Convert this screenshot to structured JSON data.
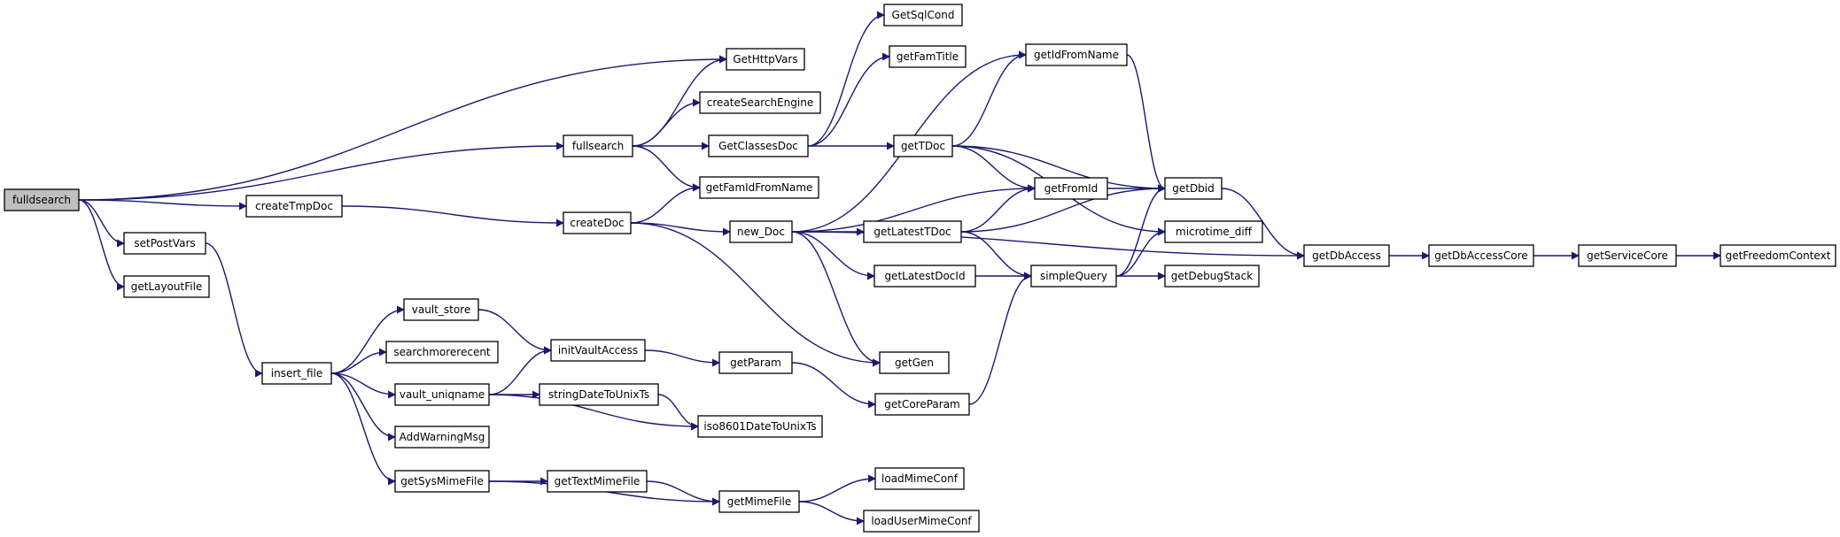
{
  "colors": {
    "edge": "#191970",
    "root_fill": "#bfbfbf",
    "node_fill": "#ffffff",
    "node_border": "#000000"
  },
  "nodes": {
    "fulldsearch": "fulldsearch",
    "fullsearch": "fullsearch",
    "createTmpDoc": "createTmpDoc",
    "setPostVars": "setPostVars",
    "getLayoutFile": "getLayoutFile",
    "GetHttpVars": "GetHttpVars",
    "createSearchEngine": "createSearchEngine",
    "GetClassesDoc": "GetClassesDoc",
    "getFamIdFromName": "getFamIdFromName",
    "GetSqlCond": "GetSqlCond",
    "getFamTitle": "getFamTitle",
    "getTDoc": "getTDoc",
    "getIdFromName": "getIdFromName",
    "createDoc": "createDoc",
    "new_Doc": "new_Doc",
    "getLatestTDoc": "getLatestTDoc",
    "getLatestDocId": "getLatestDocId",
    "getGen": "getGen",
    "getFromId": "getFromId",
    "getDbid": "getDbid",
    "microtime_diff": "microtime_diff",
    "simpleQuery": "simpleQuery",
    "getDebugStack": "getDebugStack",
    "getDbAccess": "getDbAccess",
    "getDbAccessCore": "getDbAccessCore",
    "getServiceCore": "getServiceCore",
    "getFreedomContext": "getFreedomContext",
    "insert_file": "insert_file",
    "vault_store": "vault_store",
    "searchmorerecent": "searchmorerecent",
    "vault_uniqname": "vault_uniqname",
    "AddWarningMsg": "AddWarningMsg",
    "getSysMimeFile": "getSysMimeFile",
    "initVaultAccess": "initVaultAccess",
    "stringDateToUnixTs": "stringDateToUnixTs",
    "iso8601DateToUnixTs": "iso8601DateToUnixTs",
    "getParam": "getParam",
    "getCoreParam": "getCoreParam",
    "getTextMimeFile": "getTextMimeFile",
    "getMimeFile": "getMimeFile",
    "loadMimeConf": "loadMimeConf",
    "loadUserMimeConf": "loadUserMimeConf"
  },
  "root": "fulldsearch",
  "edges": [
    [
      "fulldsearch",
      "GetHttpVars"
    ],
    [
      "fulldsearch",
      "fullsearch"
    ],
    [
      "fulldsearch",
      "createTmpDoc"
    ],
    [
      "fulldsearch",
      "setPostVars"
    ],
    [
      "fulldsearch",
      "getLayoutFile"
    ],
    [
      "fullsearch",
      "GetHttpVars"
    ],
    [
      "fullsearch",
      "createSearchEngine"
    ],
    [
      "fullsearch",
      "GetClassesDoc"
    ],
    [
      "fullsearch",
      "getFamIdFromName"
    ],
    [
      "GetClassesDoc",
      "GetSqlCond"
    ],
    [
      "GetClassesDoc",
      "getFamTitle"
    ],
    [
      "GetClassesDoc",
      "getTDoc"
    ],
    [
      "getTDoc",
      "getIdFromName"
    ],
    [
      "getTDoc",
      "getDbid"
    ],
    [
      "getTDoc",
      "getFromId"
    ],
    [
      "getTDoc",
      "microtime_diff"
    ],
    [
      "getIdFromName",
      "getDbid"
    ],
    [
      "createTmpDoc",
      "createDoc"
    ],
    [
      "createDoc",
      "getFamIdFromName"
    ],
    [
      "createDoc",
      "new_Doc"
    ],
    [
      "createDoc",
      "getGen"
    ],
    [
      "new_Doc",
      "getIdFromName"
    ],
    [
      "new_Doc",
      "getFromId"
    ],
    [
      "new_Doc",
      "getLatestTDoc"
    ],
    [
      "new_Doc",
      "getLatestDocId"
    ],
    [
      "new_Doc",
      "getGen"
    ],
    [
      "new_Doc",
      "getDbAccess"
    ],
    [
      "getLatestTDoc",
      "getFromId"
    ],
    [
      "getLatestTDoc",
      "getDbid"
    ],
    [
      "getLatestTDoc",
      "simpleQuery"
    ],
    [
      "getLatestDocId",
      "simpleQuery"
    ],
    [
      "getFromId",
      "getDbid"
    ],
    [
      "simpleQuery",
      "getDbid"
    ],
    [
      "simpleQuery",
      "microtime_diff"
    ],
    [
      "simpleQuery",
      "getDebugStack"
    ],
    [
      "getDbid",
      "getDbAccess"
    ],
    [
      "getDbAccess",
      "getDbAccessCore"
    ],
    [
      "getDbAccessCore",
      "getServiceCore"
    ],
    [
      "getServiceCore",
      "getFreedomContext"
    ],
    [
      "setPostVars",
      "insert_file"
    ],
    [
      "insert_file",
      "vault_store"
    ],
    [
      "insert_file",
      "searchmorerecent"
    ],
    [
      "insert_file",
      "vault_uniqname"
    ],
    [
      "insert_file",
      "AddWarningMsg"
    ],
    [
      "insert_file",
      "getSysMimeFile"
    ],
    [
      "vault_store",
      "initVaultAccess"
    ],
    [
      "vault_uniqname",
      "initVaultAccess"
    ],
    [
      "vault_uniqname",
      "stringDateToUnixTs"
    ],
    [
      "vault_uniqname",
      "iso8601DateToUnixTs"
    ],
    [
      "stringDateToUnixTs",
      "iso8601DateToUnixTs"
    ],
    [
      "initVaultAccess",
      "getParam"
    ],
    [
      "getParam",
      "getCoreParam"
    ],
    [
      "getCoreParam",
      "simpleQuery"
    ],
    [
      "getSysMimeFile",
      "getTextMimeFile"
    ],
    [
      "getSysMimeFile",
      "getMimeFile"
    ],
    [
      "getTextMimeFile",
      "getMimeFile"
    ],
    [
      "getMimeFile",
      "loadMimeConf"
    ],
    [
      "getMimeFile",
      "loadUserMimeConf"
    ]
  ]
}
